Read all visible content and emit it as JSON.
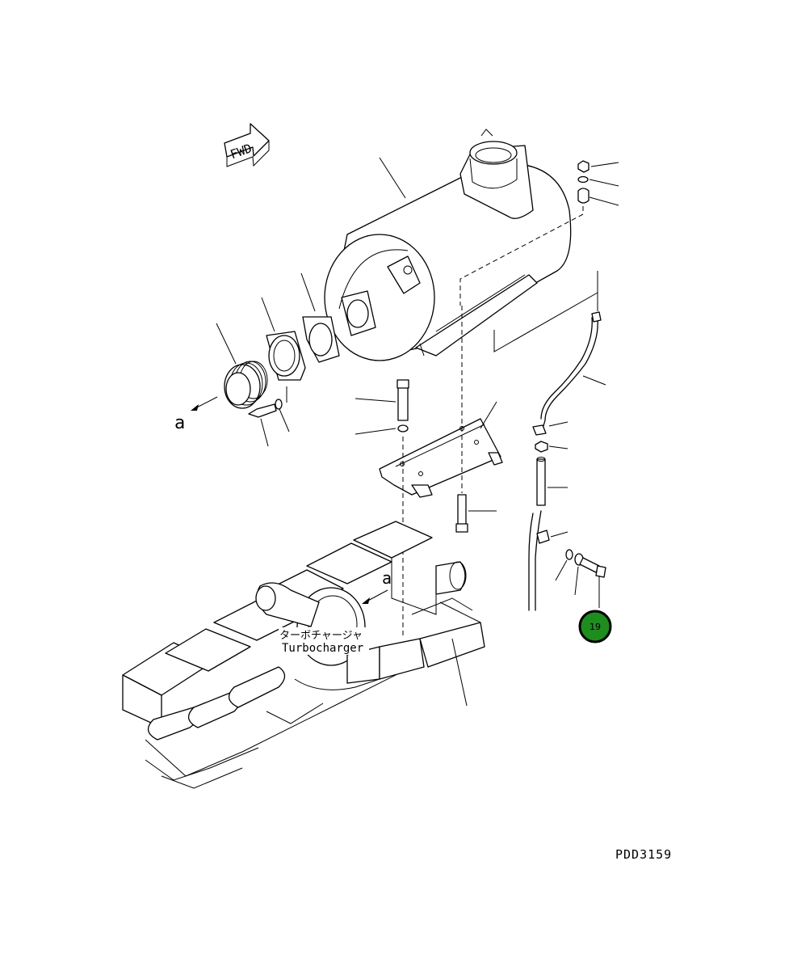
{
  "fwd_label": "FWD",
  "view_ref_left": "a",
  "view_ref_engine": "a",
  "turbo_label_jp": "ターボチャージャ",
  "turbo_label_en": "Turbocharger",
  "callout_number": "19",
  "callout_color": "#1e8c1e",
  "drawing_code": "PDD3159"
}
